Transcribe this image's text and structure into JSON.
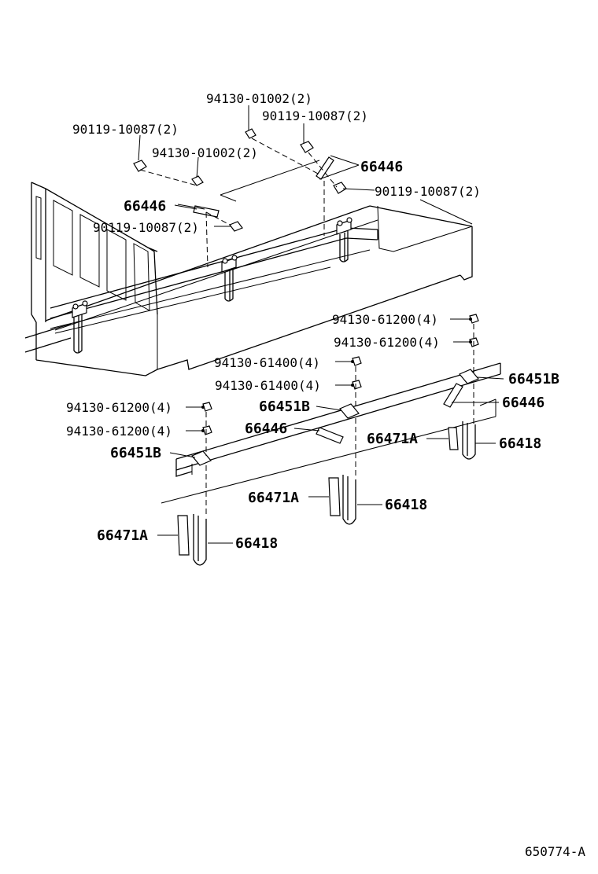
{
  "labels": {
    "l1": "94130-01002(2)",
    "l2": "90119-10087(2)",
    "l3": "90119-10087(2)",
    "l4": "94130-01002(2)",
    "l5": "66446",
    "l6": "90119-10087(2)",
    "l7": "66446",
    "l8": "90119-10087(2)",
    "l9": "94130-61200(4)",
    "l10": "94130-61200(4)",
    "l11": "94130-61400(4)",
    "l12": "66451B",
    "l13": "94130-61400(4)",
    "l14": "66451B",
    "l15": "66446",
    "l16": "94130-61200(4)",
    "l17": "94130-61200(4)",
    "l18": "66446",
    "l19": "66471A",
    "l20": "66418",
    "l21": "66451B",
    "l22": "66471A",
    "l23": "66418",
    "l24": "66471A",
    "l25": "66418"
  },
  "diagram_code": "650774-A"
}
